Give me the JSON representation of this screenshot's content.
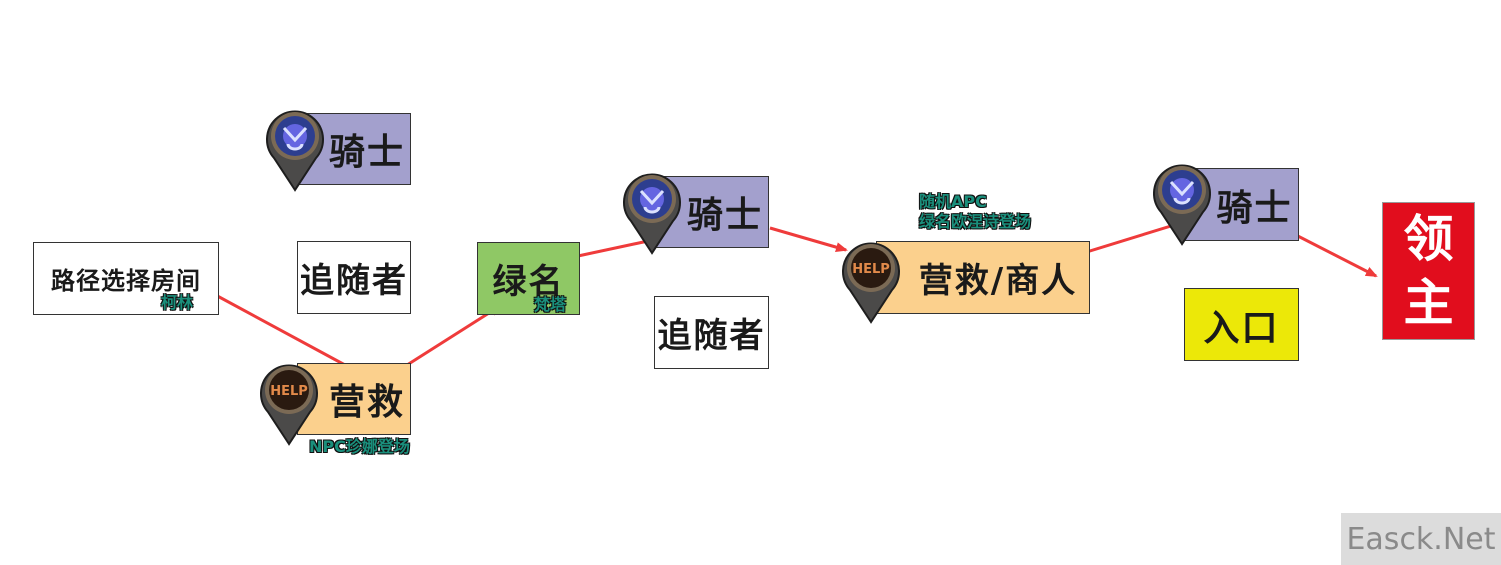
{
  "nodes": {
    "start": {
      "label": "路径选择房间",
      "sub": "柯林"
    },
    "follower_top": {
      "label": "追随者"
    },
    "knight_1": {
      "label": "骑士"
    },
    "rescue_1": {
      "label": "营救",
      "sub": "NPC珍娜登场"
    },
    "green_name": {
      "label": "绿名",
      "sub": "梵塔"
    },
    "knight_2": {
      "label": "骑士"
    },
    "follower_mid": {
      "label": "追随者"
    },
    "rescue_merchant": {
      "label": "营救/商人",
      "note_line1": "随机APC",
      "note_line2": "绿名欧涅诗登场"
    },
    "knight_3": {
      "label": "骑士"
    },
    "entrance": {
      "label": "入口"
    },
    "boss": {
      "line1": "领",
      "line2": "主"
    }
  },
  "icons": {
    "knight": "shield-emblem-icon",
    "rescue": "help-badge-icon",
    "help_text": "HELP"
  },
  "colors": {
    "knight_box": "#a3a0cd",
    "rescue_box": "#fbd08d",
    "green_box": "#8fc865",
    "entrance_box": "#ece808",
    "boss_box": "#e10d1d",
    "arrow": "#ef3b3b",
    "note_text": "#1a8f7c"
  },
  "watermark": "Easck.Net"
}
